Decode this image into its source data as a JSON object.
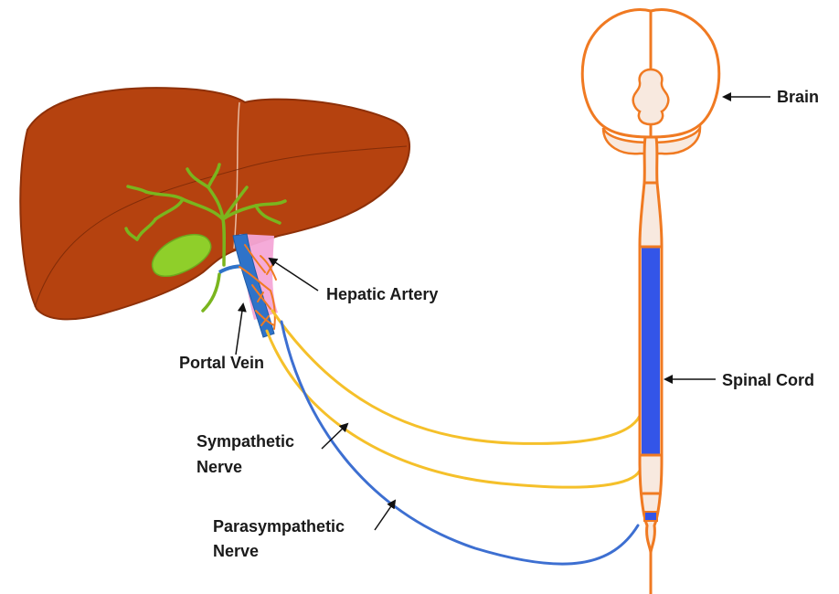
{
  "labels": {
    "brain": "Brain",
    "spinal_cord": "Spinal Cord",
    "hepatic_artery": "Hepatic Artery",
    "portal_vein": "Portal Vein",
    "sympathetic_line1": "Sympathetic",
    "sympathetic_line2": "Nerve",
    "parasympathetic_line1": "Parasympathetic",
    "parasympathetic_line2": "Nerve"
  },
  "colors": {
    "liver": "#b5420f",
    "liver_dark": "#8e3008",
    "gallbladder": "#8fcf2a",
    "bile_duct": "#7ab51e",
    "portal_vein": "#2f73c9",
    "hepatic_artery_fill": "#f4a6d7",
    "artery_branches": "#f07a22",
    "cns_outline": "#f07a22",
    "cns_fill": "#f8e9df",
    "spinal_segment": "#3355e8",
    "sympathetic_nerve": "#f5c02a",
    "parasympathetic_nerve": "#3d6fd1"
  }
}
